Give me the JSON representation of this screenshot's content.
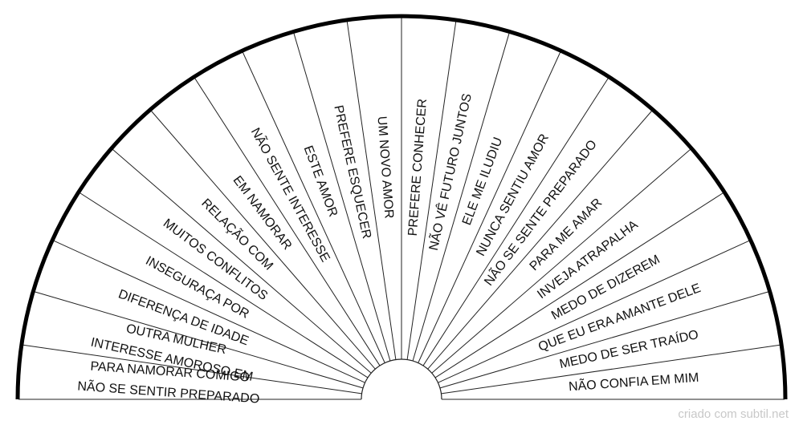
{
  "sectors": [
    {
      "lines": [
        "PARA NAMORAR COMIGO",
        "NÃO SE SENTIR PREPARADO"
      ]
    },
    {
      "lines": [
        "OUTRA MULHER",
        "INTERESSE AMOROSO EM"
      ]
    },
    {
      "lines": [
        "DIFERENÇA DE IDADE"
      ]
    },
    {
      "lines": [
        "INSEGURAÇA POR"
      ]
    },
    {
      "lines": [
        "MUITOS CONFLITOS"
      ]
    },
    {
      "lines": [
        "RELAÇÃO COM"
      ]
    },
    {
      "lines": [
        "EM NAMORAR"
      ]
    },
    {
      "lines": [
        "NÃO SENTE INTERESSE"
      ]
    },
    {
      "lines": [
        "ESTE AMOR"
      ]
    },
    {
      "lines": [
        "PREFERE ESQUECER"
      ]
    },
    {
      "lines": [
        "UM NOVO AMOR"
      ]
    },
    {
      "lines": [
        "PREFERE CONHECER"
      ]
    },
    {
      "lines": [
        "NÃO VÊ FUTURO JUNTOS"
      ]
    },
    {
      "lines": [
        "ELE ME ILUDIU"
      ]
    },
    {
      "lines": [
        "NUNCA SENTIU AMOR"
      ]
    },
    {
      "lines": [
        "NÃO SE SENTE PREPARADO"
      ]
    },
    {
      "lines": [
        "PARA ME AMAR"
      ]
    },
    {
      "lines": [
        "INVEJA  ATRAPALHA"
      ]
    },
    {
      "lines": [
        "MEDO DE DIZEREM"
      ]
    },
    {
      "lines": [
        "QUE EU ERA AMANTE DELE"
      ]
    },
    {
      "lines": [
        "MEDO DE SER TRAÍDO"
      ]
    },
    {
      "lines": [
        "NÃO CONFIA EM MIM"
      ]
    }
  ],
  "footer": "criado com subtil.net"
}
